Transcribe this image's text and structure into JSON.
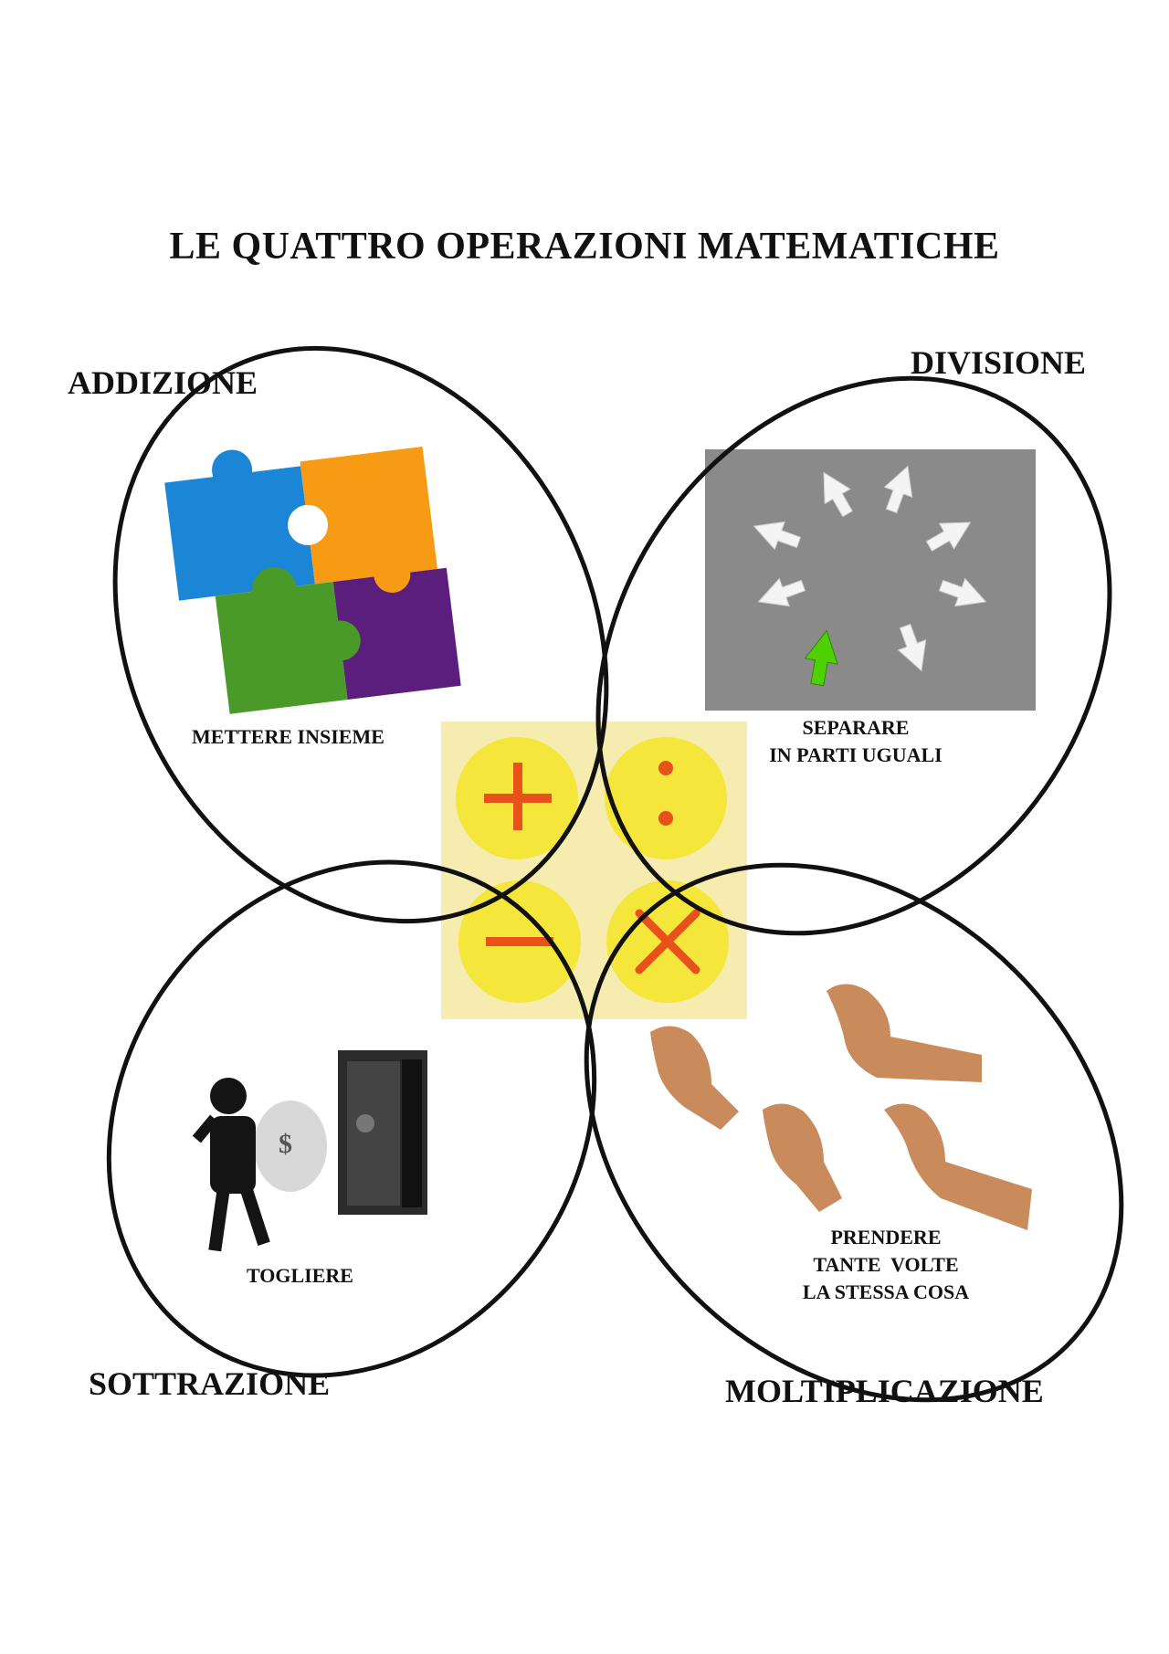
{
  "title": "LE QUATTRO OPERAZIONI MATEMATICHE",
  "operations": {
    "addizione": {
      "name": "ADDIZIONE",
      "desc": "METTERE INSIEME",
      "symbol": "plus-icon"
    },
    "divisione": {
      "name": "DIVISIONE",
      "desc_lines": [
        "SEPARARE",
        "IN PARTI UGUALI"
      ],
      "symbol": "colon-icon"
    },
    "sottrazione": {
      "name": "SOTTRAZIONE",
      "desc": "TOGLIERE",
      "symbol": "minus-icon"
    },
    "moltiplicazione": {
      "name": "MOLTIPLICAZIONE",
      "desc_lines": [
        "PRENDERE",
        "TANTE  VOLTE",
        "LA STESSA COSA"
      ],
      "symbol": "times-icon"
    }
  },
  "colors": {
    "symbol_panel": "#f6ecb0",
    "symbol_circle": "#f4e63a",
    "symbol_mark": "#e8501c",
    "puzzle_blue": "#1b86d6",
    "puzzle_orange": "#f79b14",
    "puzzle_green": "#4a9a2a",
    "puzzle_purple": "#5b1e7c",
    "arrows_bg": "#8a8a8a",
    "arrow_green": "#4fd000"
  }
}
